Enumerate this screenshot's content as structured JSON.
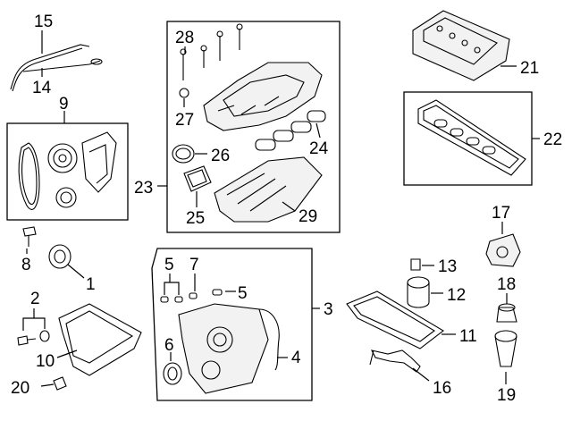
{
  "callouts": {
    "c1": "1",
    "c2": "2",
    "c3": "3",
    "c4": "4",
    "c5a": "5",
    "c5b": "5",
    "c6": "6",
    "c7": "7",
    "c8": "8",
    "c9": "9",
    "c10": "10",
    "c11": "11",
    "c12": "12",
    "c13": "13",
    "c14": "14",
    "c15": "15",
    "c16": "16",
    "c17": "17",
    "c18": "18",
    "c19": "19",
    "c20": "20",
    "c21": "21",
    "c22": "22",
    "c23": "23",
    "c24": "24",
    "c25": "25",
    "c26": "26",
    "c27": "27",
    "c28": "28",
    "c29": "29"
  }
}
